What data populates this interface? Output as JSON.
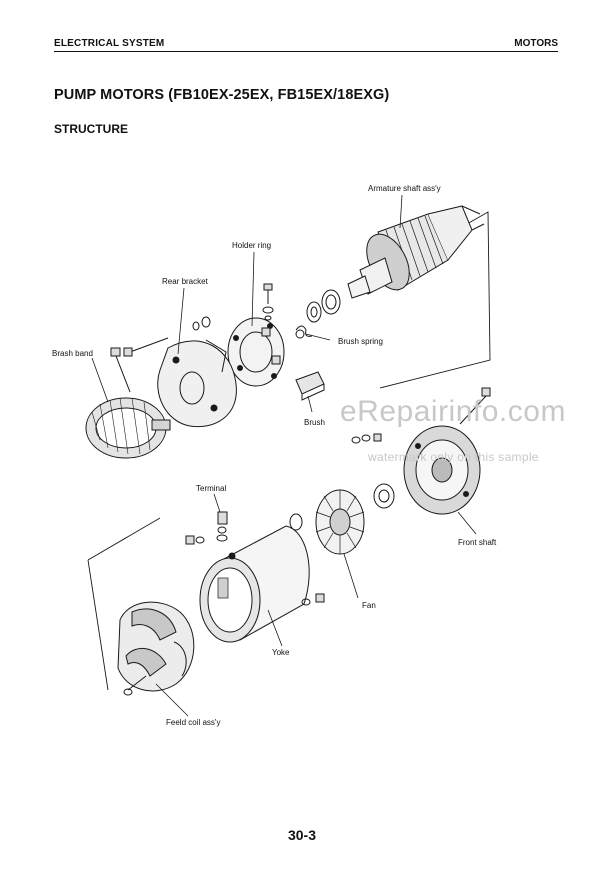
{
  "header": {
    "section": "ELECTRICAL SYSTEM",
    "topic": "MOTORS"
  },
  "title": "PUMP MOTORS (FB10EX-25EX, FB15EX/18EXG)",
  "subtitle": "STRUCTURE",
  "labels": {
    "armature": "Armature shaft ass'y",
    "holder_ring": "Holder ring",
    "rear_bracket": "Rear bracket",
    "brash_band": "Brash band",
    "brush_spring": "Brush spring",
    "brush": "Brush",
    "terminal": "Terminal",
    "front_shaft": "Front shaft",
    "fan": "Fan",
    "yoke": "Yoke",
    "field_coil": "Feeld coil ass'y"
  },
  "watermark": {
    "main": "eRepairinfo.com",
    "sub": "watermark only on this sample"
  },
  "page_number": "30-3"
}
